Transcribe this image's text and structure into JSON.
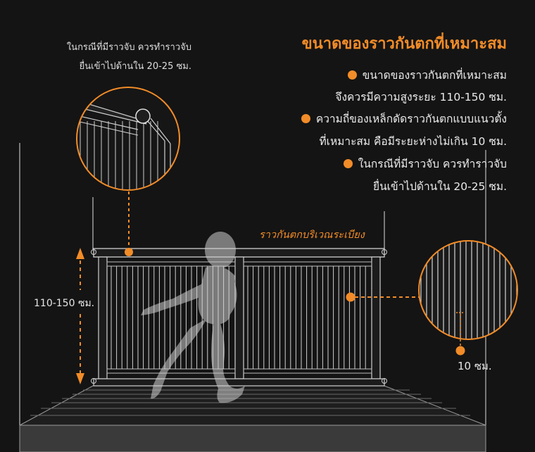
{
  "title": "ขนาดของราวกันตกที่เหมาะสม",
  "bullets": [
    {
      "line1": "ขนาดของราวกันตกที่เหมาะสม",
      "line2": "จึงควรมีความสูงระยะ 110-150 ซม."
    },
    {
      "line1": "ความถี่ของเหล็กดัดราวกันตกแบบแนวตั้ง",
      "line2": "ที่เหมาะสม คือมีระยะห่างไม่เกิน 10 ซม."
    },
    {
      "line1": "ในกรณีที่มีราวจับ ควรทำราวจับ",
      "line2": "ยื่นเข้าไปด้านใน 20-25 ซม."
    }
  ],
  "handrail_note": {
    "line1": "ในกรณีที่มีราวจับ ควรทำราวจับ",
    "line2": "ยื่นเข้าไปด้านใน 20-25 ซม."
  },
  "rail_label": "ราวกันตกบริเวณระเบียง",
  "height_label": "110-150 ซม.",
  "gap_label": "10 ซม.",
  "colors": {
    "accent": "#f28c28",
    "background": "#141414",
    "line": "#cfcfcf"
  }
}
